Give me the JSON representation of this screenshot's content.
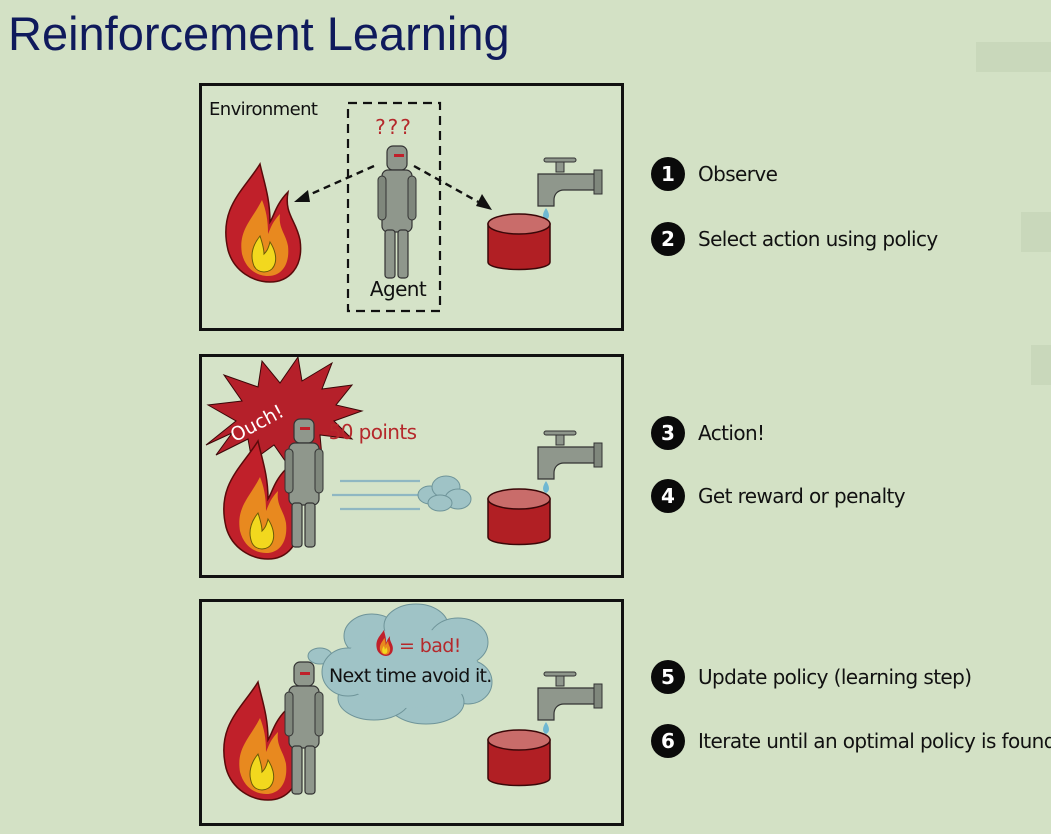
{
  "title": "Reinforcement Learning",
  "panel1": {
    "environment_label": "Environment",
    "question_marks": "???",
    "agent_label": "Agent"
  },
  "panel2": {
    "ouch_label": "Ouch!",
    "reward_label": "-50 points"
  },
  "panel3": {
    "bad_label": "= bad!",
    "thought_label": "Next time avoid it."
  },
  "steps": [
    {
      "number": "1",
      "label": "Observe"
    },
    {
      "number": "2",
      "label": "Select action using policy"
    },
    {
      "number": "3",
      "label": "Action!"
    },
    {
      "number": "4",
      "label": "Get reward or penalty"
    },
    {
      "number": "5",
      "label": "Update policy (learning step)"
    },
    {
      "number": "6",
      "label": "Iterate until an optimal policy is found"
    }
  ],
  "colors": {
    "background": "#d3e1c5",
    "title": "#0f1a5c",
    "fire_red": "#c0202a",
    "fire_orange": "#e8891f",
    "fire_yellow": "#f2d81e",
    "robot": "#8f978c",
    "water": "#b8090f",
    "bucket": "#b11f24",
    "cloud": "#9fc3c6",
    "text_red": "#b5282b"
  },
  "icons": [
    "fire-icon",
    "robot-agent-icon",
    "water-tap-icon",
    "bucket-icon",
    "starburst-icon",
    "thought-cloud-icon",
    "dust-cloud-icon"
  ]
}
